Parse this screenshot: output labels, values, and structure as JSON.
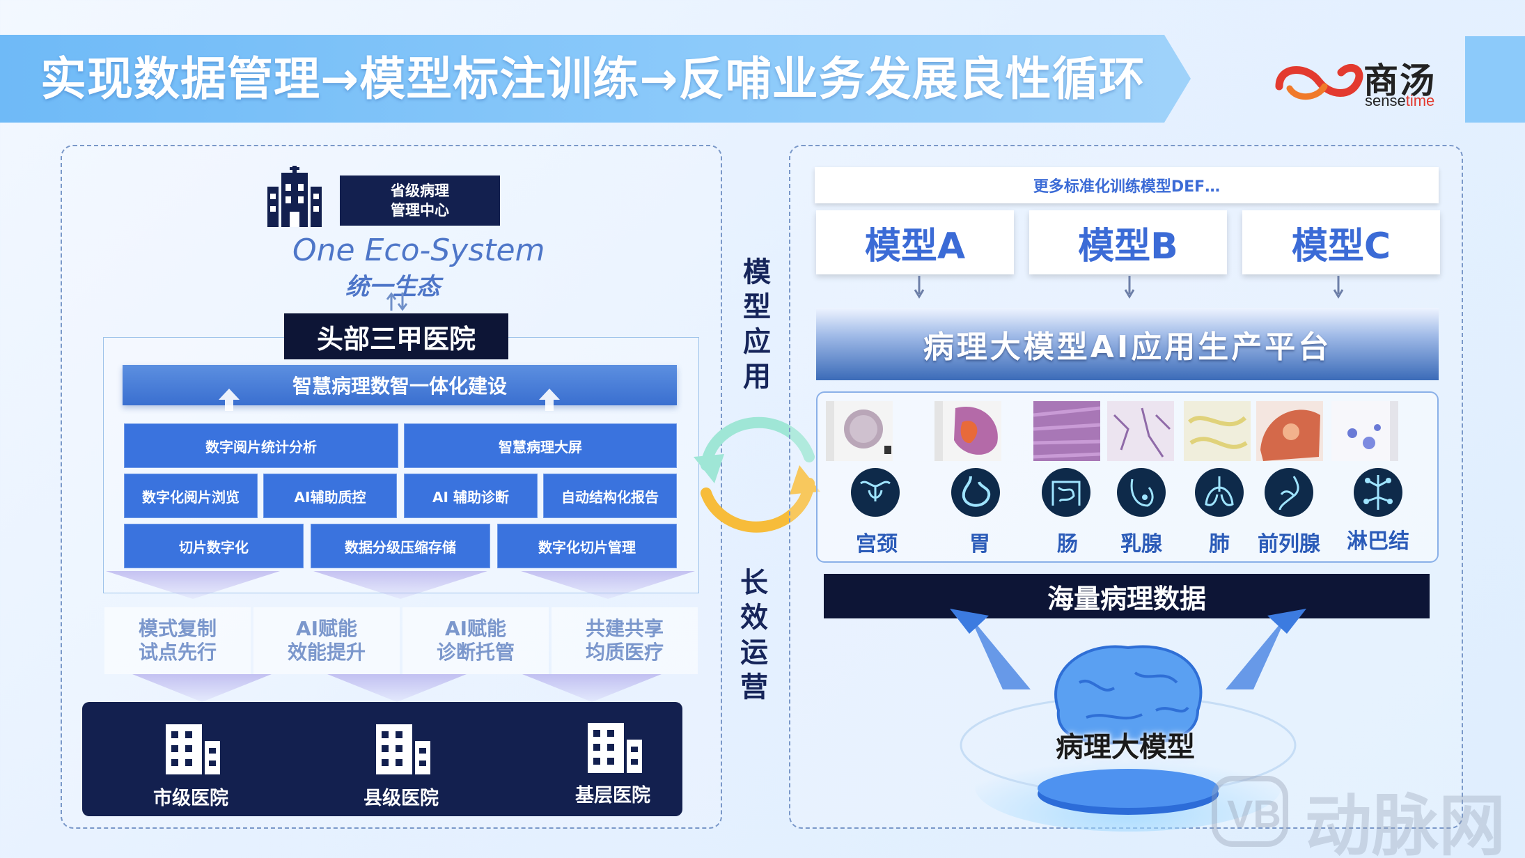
{
  "header": {
    "title": "实现数据管理→模型标注训练→反哺业务发展良性循环",
    "logo_cn": "商汤",
    "logo_en_prefix": "sense",
    "logo_en_suffix": "time"
  },
  "left": {
    "provincial_line1": "省级病理",
    "provincial_line2": "管理中心",
    "eco_en": "One Eco-System",
    "eco_cn": "统一生态",
    "head_hospital": "头部三甲医院",
    "integration": "智慧病理数智一体化建设",
    "row1": [
      "数字阅片统计分析",
      "智慧病理大屏"
    ],
    "row2": [
      "数字化阅片浏览",
      "AI辅助质控",
      "AI 辅助诊断",
      "自动结构化报告"
    ],
    "row3": [
      "切片数字化",
      "数据分级压缩存储",
      "数字化切片管理"
    ],
    "pillars": [
      {
        "l1": "模式复制",
        "l2": "试点先行"
      },
      {
        "l1": "AI赋能",
        "l2": "效能提升"
      },
      {
        "l1": "AI赋能",
        "l2": "诊断托管"
      },
      {
        "l1": "共建共享",
        "l2": "均质医疗"
      }
    ],
    "base": [
      "市级医院",
      "县级医院",
      "基层医院"
    ]
  },
  "center": {
    "top_chars": [
      "模",
      "型",
      "应",
      "用"
    ],
    "bottom_chars": [
      "长",
      "效",
      "运",
      "营"
    ]
  },
  "right": {
    "more_models": "更多标准化训练模型DEF…",
    "models": [
      "模型A",
      "模型B",
      "模型C"
    ],
    "platform": "病理大模型AI应用生产平台",
    "organs": [
      "宫颈",
      "胃",
      "肠",
      "乳腺",
      "肺",
      "前列腺",
      "淋巴结"
    ],
    "mass_data": "海量病理数据",
    "brain_label": "病理大模型"
  },
  "watermark": {
    "text": "动脉网"
  },
  "colors": {
    "banner": "#8ccafa",
    "navy": "#13204f",
    "cell_blue": "#3a73de",
    "accent_blue": "#3b6bd6"
  }
}
